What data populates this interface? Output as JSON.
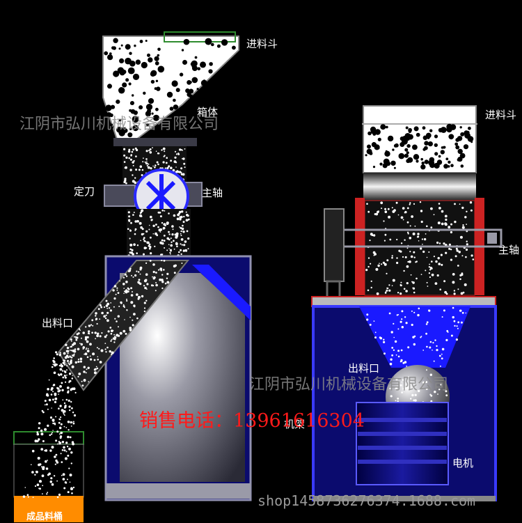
{
  "labels": {
    "hopper_left": "进料斗",
    "housing": "箱体",
    "fixed_blade": "定刀",
    "main_shaft_left": "主轴",
    "outlet_left": "出料口",
    "hopper_right": "进料斗",
    "main_shaft_right": "主轴",
    "outlet_right": "出料口",
    "frame": "机架",
    "motor": "电机",
    "bucket": "成品料桶"
  },
  "watermarks": {
    "company_top": "江阴市弘川机械设备有限公司",
    "company_mid": "江阴市弘川机械设备有限公司",
    "shop_url": "shop1458736276374.1688.com"
  },
  "sales": {
    "label": "销售电话：",
    "phone": "13961616304"
  },
  "colors": {
    "background": "#000000",
    "frame_blue": "#1a1aff",
    "dark_blue": "#000080",
    "label_text": "#ffffff",
    "sales_red": "#ff1a1a",
    "bucket_orange": "#ff8c00",
    "hopper_outline": "#2e8b2e",
    "flange_red": "#cc2222"
  }
}
